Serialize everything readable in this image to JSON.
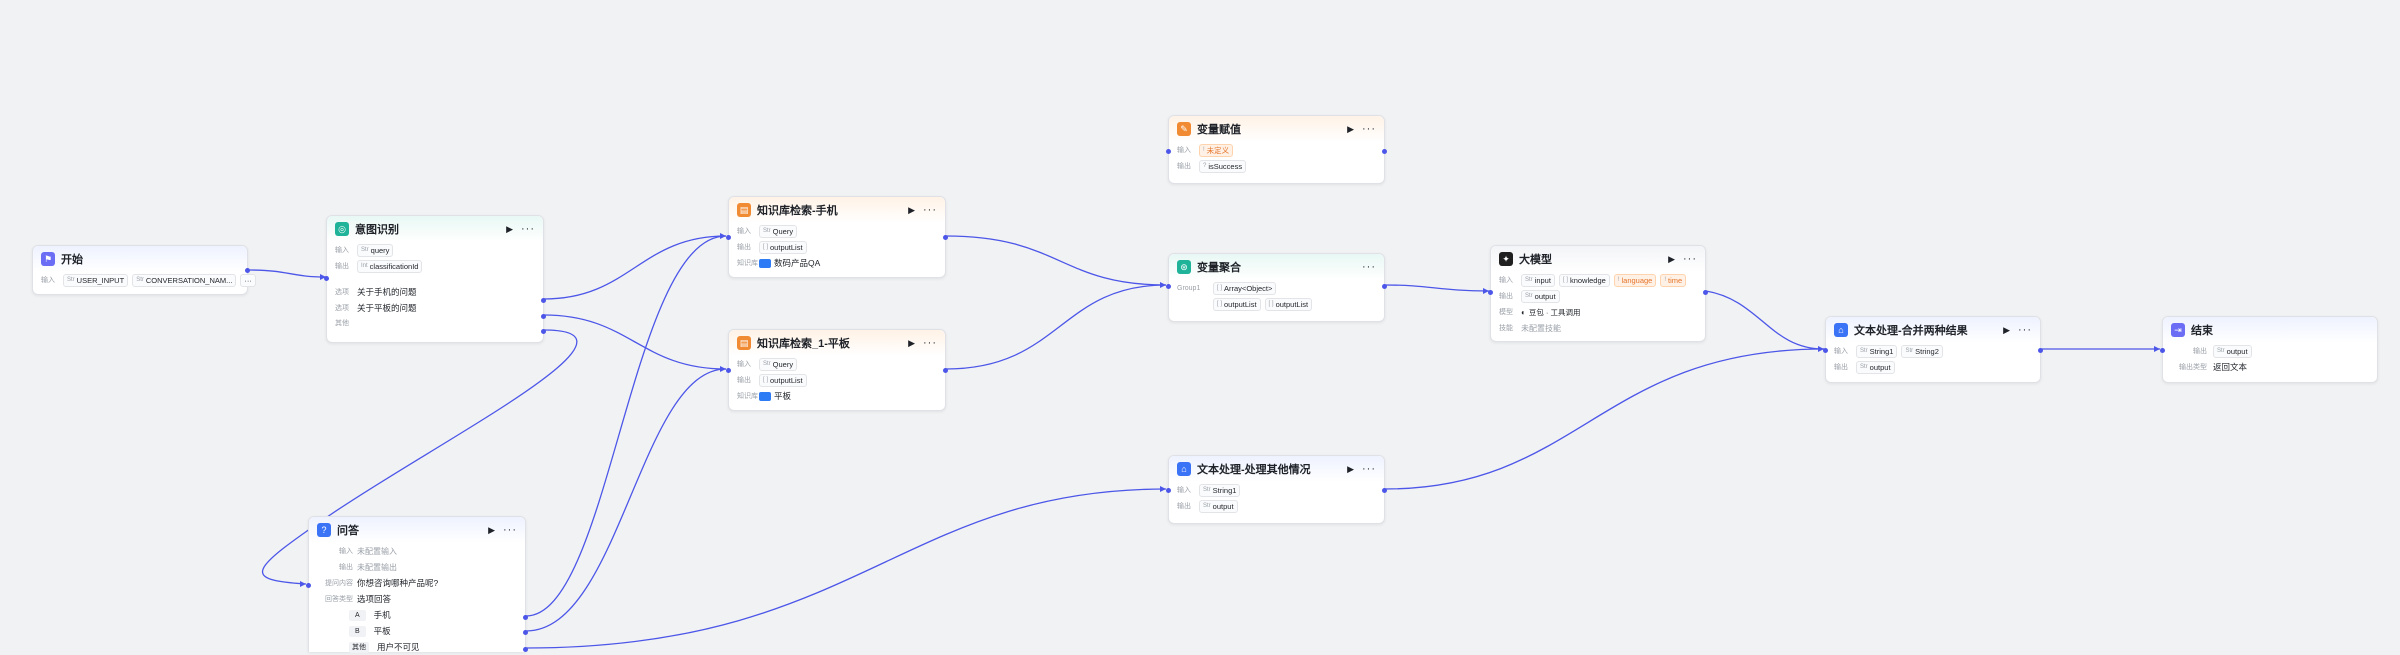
{
  "colors": {
    "edge": "#4c56e8",
    "canvas": "#f1f2f4"
  },
  "nodes": {
    "start": {
      "icon": "flag-icon",
      "title": "开始",
      "in_label": "输入",
      "params": [
        "USER_INPUT",
        "CONVERSATION_NAM..."
      ],
      "more": "···"
    },
    "intent": {
      "icon": "intent-icon",
      "title": "意图识别",
      "in_label": "输入",
      "in_var": "query",
      "out_label": "输出",
      "out_var": "classificationId",
      "opt_label": "选项",
      "opt1": "关于手机的问题",
      "opt2": "关于平板的问题",
      "other_label": "其他"
    },
    "kb_phone": {
      "icon": "knowledge-icon",
      "title": "知识库检索-手机",
      "in_label": "输入",
      "in_var": "Query",
      "out_label": "输出",
      "out_var": "outputList",
      "kb_label": "知识库",
      "kb_name": "数码产品QA"
    },
    "kb_pad": {
      "icon": "knowledge-icon",
      "title": "知识库检索_1-平板",
      "in_label": "输入",
      "in_var": "Query",
      "out_label": "输出",
      "out_var": "outputList",
      "kb_label": "知识库",
      "kb_name": "平板"
    },
    "var_assign": {
      "icon": "variable-icon",
      "title": "变量赋值",
      "in_label": "输入",
      "in_var": "未定义",
      "out_label": "输出",
      "out_var": "isSuccess"
    },
    "var_merge": {
      "icon": "merge-icon",
      "title": "变量聚合",
      "group_label": "Group1",
      "type_tag": "Array<Object>",
      "var1": "outputList",
      "var2": "outputList"
    },
    "llm": {
      "icon": "llm-icon",
      "title": "大模型",
      "in_label": "输入",
      "in_vars": [
        "input",
        "knowledge"
      ],
      "warn_vars": [
        "language",
        "time"
      ],
      "out_label": "输出",
      "out_var": "output",
      "model_label": "模型",
      "model_name": "豆包 · 工具调用",
      "skill_label": "技能",
      "skill_value": "未配置技能"
    },
    "text_other": {
      "icon": "text-icon",
      "title": "文本处理-处理其他情况",
      "in_label": "输入",
      "in_var": "String1",
      "out_label": "输出",
      "out_var": "output"
    },
    "text_merge": {
      "icon": "text-icon",
      "title": "文本处理-合并两种结果",
      "in_label": "输入",
      "in_vars": [
        "String1",
        "String2"
      ],
      "out_label": "输出",
      "out_var": "output"
    },
    "end": {
      "icon": "end-icon",
      "title": "结束",
      "out_label": "输出",
      "out_var": "output",
      "mode_label": "输出类型",
      "mode_value": "返回文本"
    },
    "answer": {
      "icon": "question-icon",
      "title": "问答",
      "in_label": "输入",
      "in_value": "未配置输入",
      "out_label": "输出",
      "out_value": "未配置输出",
      "q_label": "提问内容",
      "q_value": "你想咨询哪种产品呢?",
      "type_label": "回答类型",
      "type_value": "选项回答",
      "opts": [
        {
          "key": "A",
          "value": "手机"
        },
        {
          "key": "B",
          "value": "平板"
        },
        {
          "key": "其他",
          "value": "用户不可见"
        }
      ]
    }
  }
}
